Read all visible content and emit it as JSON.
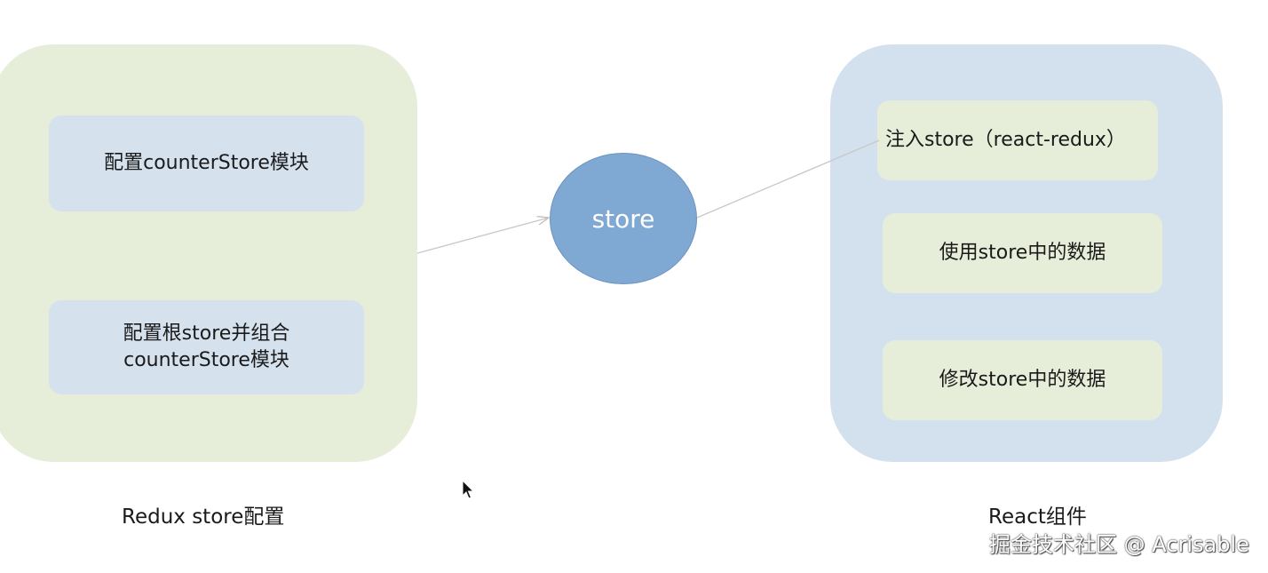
{
  "left_group": {
    "caption": "Redux store配置",
    "boxes": [
      {
        "text": "配置counterStore模块"
      },
      {
        "line1": "配置根store并组合",
        "line2": "counterStore模块"
      }
    ]
  },
  "center": {
    "label": "store"
  },
  "right_group": {
    "caption": "React组件",
    "boxes": [
      {
        "text": "注入store（react-redux）"
      },
      {
        "text": "使用store中的数据"
      },
      {
        "text": "修改store中的数据"
      }
    ]
  },
  "watermark": "掘金技术社区 @ Acrisable",
  "colors": {
    "left_panel": "#e6eed9",
    "right_panel": "#d3e1ee",
    "blue_box": "#d5e2ee",
    "green_box": "#e6eed9",
    "store_circle": "#7fa8d3",
    "arrow": "#c8c8c8"
  },
  "icons": {
    "cursor": "mouse-pointer-icon"
  }
}
